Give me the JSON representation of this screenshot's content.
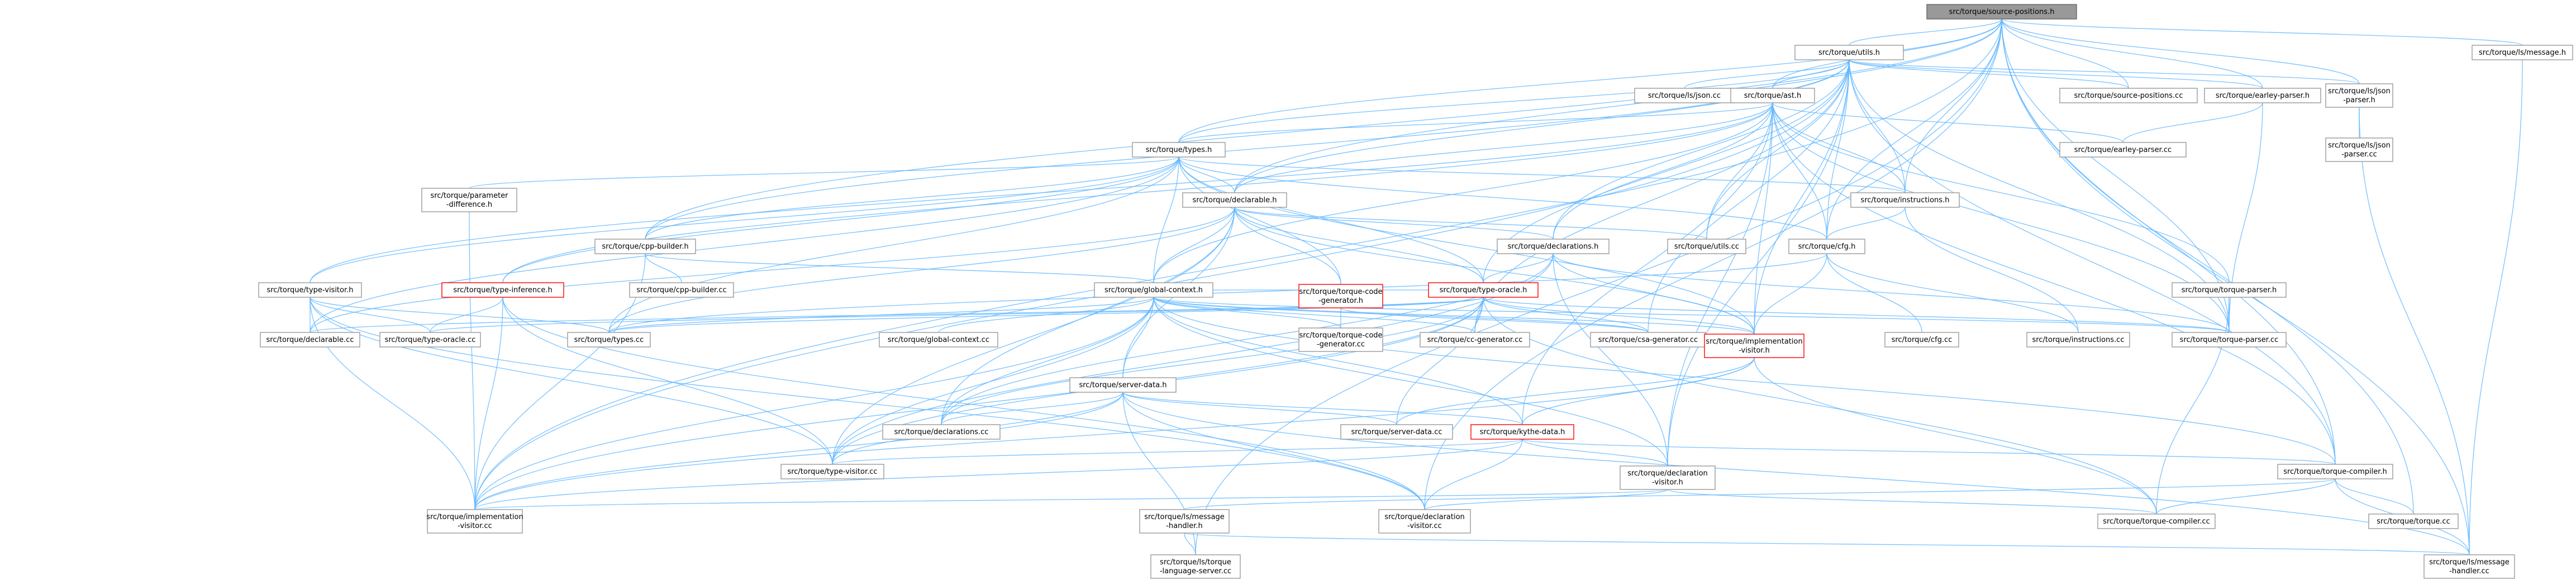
{
  "graph": {
    "edge_color": "#63b8ff",
    "node_border": "#999999",
    "highlight_border": "#ff0000",
    "root_fill": "#999999",
    "nodes": [
      {
        "id": "source_positions_h",
        "label": [
          "src/torque/source-positions.h"
        ],
        "style": "root"
      },
      {
        "id": "utils_h",
        "label": [
          "src/torque/utils.h"
        ]
      },
      {
        "id": "ls_message_h",
        "label": [
          "src/torque/ls/message.h"
        ]
      },
      {
        "id": "ls_json_cc",
        "label": [
          "src/torque/ls/json.cc"
        ]
      },
      {
        "id": "ast_h",
        "label": [
          "src/torque/ast.h"
        ]
      },
      {
        "id": "source_positions_cc",
        "label": [
          "src/torque/source-positions.cc"
        ]
      },
      {
        "id": "earley_parser_h",
        "label": [
          "src/torque/earley-parser.h"
        ]
      },
      {
        "id": "ls_json_parser_h",
        "label": [
          "src/torque/ls/json",
          "-parser.h"
        ]
      },
      {
        "id": "types_h",
        "label": [
          "src/torque/types.h"
        ]
      },
      {
        "id": "earley_parser_cc",
        "label": [
          "src/torque/earley-parser.cc"
        ]
      },
      {
        "id": "ls_json_parser_cc",
        "label": [
          "src/torque/ls/json",
          "-parser.cc"
        ]
      },
      {
        "id": "parameter_difference_h",
        "label": [
          "src/torque/parameter",
          "-difference.h"
        ]
      },
      {
        "id": "declarable_h",
        "label": [
          "src/torque/declarable.h"
        ]
      },
      {
        "id": "instructions_h",
        "label": [
          "src/torque/instructions.h"
        ]
      },
      {
        "id": "cpp_builder_h",
        "label": [
          "src/torque/cpp-builder.h"
        ]
      },
      {
        "id": "declarations_h",
        "label": [
          "src/torque/declarations.h"
        ]
      },
      {
        "id": "utils_cc",
        "label": [
          "src/torque/utils.cc"
        ]
      },
      {
        "id": "cfg_h",
        "label": [
          "src/torque/cfg.h"
        ]
      },
      {
        "id": "type_visitor_h",
        "label": [
          "src/torque/type-visitor.h"
        ]
      },
      {
        "id": "type_inference_h",
        "label": [
          "src/torque/type-inference.h"
        ],
        "style": "highlight"
      },
      {
        "id": "cpp_builder_cc",
        "label": [
          "src/torque/cpp-builder.cc"
        ]
      },
      {
        "id": "global_context_h",
        "label": [
          "src/torque/global-context.h"
        ]
      },
      {
        "id": "torque_code_generator_h",
        "label": [
          "src/torque/torque-code",
          "-generator.h"
        ],
        "style": "highlight"
      },
      {
        "id": "type_oracle_h",
        "label": [
          "src/torque/type-oracle.h"
        ],
        "style": "highlight"
      },
      {
        "id": "torque_parser_h",
        "label": [
          "src/torque/torque-parser.h"
        ]
      },
      {
        "id": "declarable_cc",
        "label": [
          "src/torque/declarable.cc"
        ]
      },
      {
        "id": "type_oracle_cc",
        "label": [
          "src/torque/type-oracle.cc"
        ]
      },
      {
        "id": "types_cc",
        "label": [
          "src/torque/types.cc"
        ]
      },
      {
        "id": "global_context_cc",
        "label": [
          "src/torque/global-context.cc"
        ]
      },
      {
        "id": "torque_code_generator_cc",
        "label": [
          "src/torque/torque-code",
          "-generator.cc"
        ]
      },
      {
        "id": "csa_generator_cc",
        "label": [
          "src/torque/csa-generator.cc"
        ]
      },
      {
        "id": "cc_generator_cc",
        "label": [
          "src/torque/cc-generator.cc"
        ]
      },
      {
        "id": "implementation_visitor_h",
        "label": [
          "src/torque/implementation",
          "-visitor.h"
        ],
        "style": "highlight"
      },
      {
        "id": "cfg_cc",
        "label": [
          "src/torque/cfg.cc"
        ]
      },
      {
        "id": "instructions_cc",
        "label": [
          "src/torque/instructions.cc"
        ]
      },
      {
        "id": "torque_parser_cc",
        "label": [
          "src/torque/torque-parser.cc"
        ]
      },
      {
        "id": "server_data_h",
        "label": [
          "src/torque/server-data.h"
        ]
      },
      {
        "id": "declarations_cc",
        "label": [
          "src/torque/declarations.cc"
        ]
      },
      {
        "id": "server_data_cc",
        "label": [
          "src/torque/server-data.cc"
        ]
      },
      {
        "id": "kythe_data_h",
        "label": [
          "src/torque/kythe-data.h"
        ],
        "style": "highlight"
      },
      {
        "id": "type_visitor_cc",
        "label": [
          "src/torque/type-visitor.cc"
        ]
      },
      {
        "id": "declaration_visitor_h",
        "label": [
          "src/torque/declaration",
          "-visitor.h"
        ]
      },
      {
        "id": "torque_compiler_h",
        "label": [
          "src/torque/torque-compiler.h"
        ]
      },
      {
        "id": "implementation_visitor_cc",
        "label": [
          "src/torque/implementation",
          "-visitor.cc"
        ]
      },
      {
        "id": "ls_message_handler_h",
        "label": [
          "src/torque/ls/message",
          "-handler.h"
        ]
      },
      {
        "id": "declaration_visitor_cc",
        "label": [
          "src/torque/declaration",
          "-visitor.cc"
        ]
      },
      {
        "id": "torque_compiler_cc",
        "label": [
          "src/torque/torque-compiler.cc"
        ]
      },
      {
        "id": "torque_cc",
        "label": [
          "src/torque/torque.cc"
        ]
      },
      {
        "id": "ls_torque_language_server_cc",
        "label": [
          "src/torque/ls/torque",
          "-language-server.cc"
        ]
      },
      {
        "id": "ls_message_handler_cc",
        "label": [
          "src/torque/ls/message",
          "-handler.cc"
        ]
      }
    ]
  }
}
